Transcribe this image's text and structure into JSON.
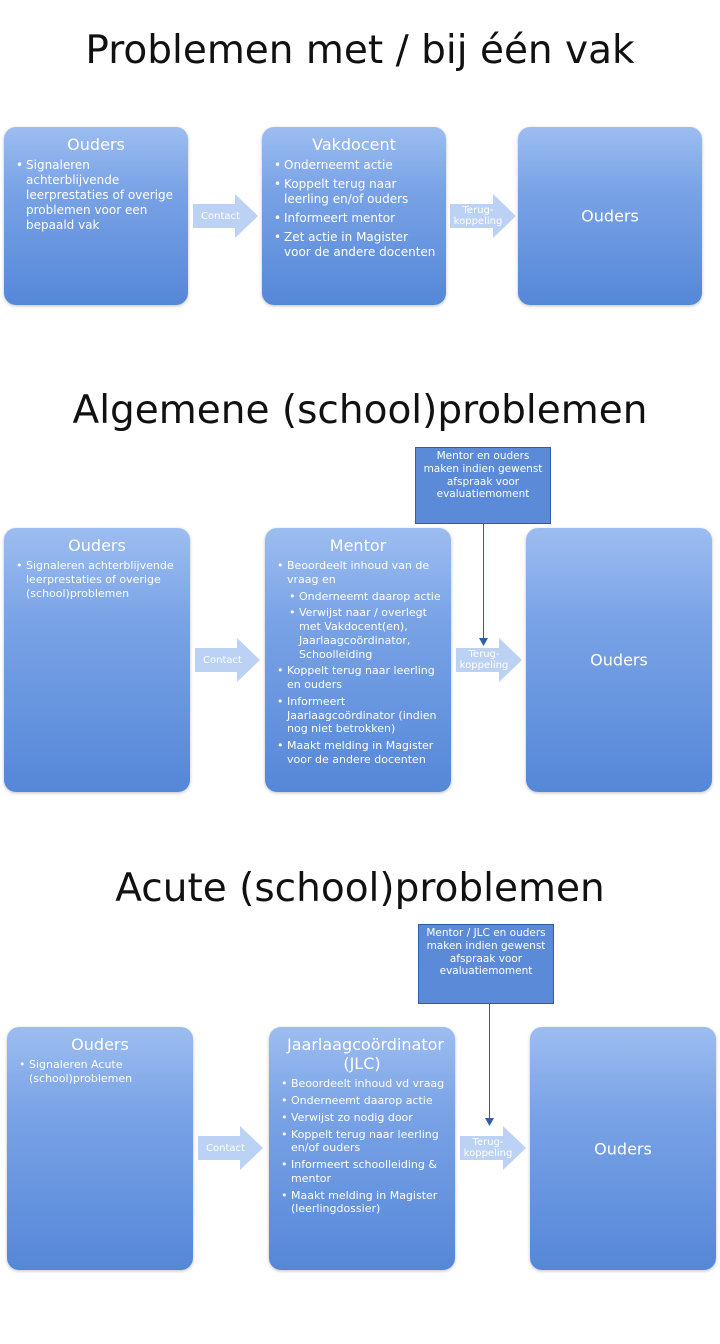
{
  "sections": [
    {
      "title": "Problemen met / bij één vak",
      "box1": {
        "title": "Ouders",
        "items": [
          "Signaleren achterblijvende leerprestaties of overige problemen voor een bepaald vak"
        ]
      },
      "arrow1": "Contact",
      "box2": {
        "title": "Vakdocent",
        "items": [
          "Onderneemt actie",
          "Koppelt terug naar leerling en/of ouders",
          "Informeert mentor",
          "Zet actie in Magister voor de andere docenten"
        ]
      },
      "arrow2": "Terug-koppeling",
      "box3": {
        "title": "Ouders"
      }
    },
    {
      "title": "Algemene (school)problemen",
      "note": "Mentor en ouders maken indien gewenst afspraak voor evaluatiemoment",
      "box1": {
        "title": "Ouders",
        "items": [
          "Signaleren achterblijvende leerprestaties of overige (school)problemen"
        ]
      },
      "arrow1": "Contact",
      "box2": {
        "title": "Mentor",
        "items": [
          {
            "text": "Beoordeelt inhoud van de vraag en",
            "level": 0
          },
          {
            "text": "Onderneemt daarop actie",
            "level": 1
          },
          {
            "text": "Verwijst naar / overlegt met Vakdocent(en), Jaarlaagcoördinator, Schoolleiding",
            "level": 1
          },
          {
            "text": "Koppelt terug naar leerling en ouders",
            "level": 0
          },
          {
            "text": "Informeert Jaarlaagcoördinator (indien nog niet betrokken)",
            "level": 0
          },
          {
            "text": "Maakt melding in Magister voor de andere docenten",
            "level": 0
          }
        ]
      },
      "arrow2": "Terug-koppeling",
      "box3": {
        "title": "Ouders"
      }
    },
    {
      "title": "Acute (school)problemen",
      "note": "Mentor / JLC en ouders maken indien gewenst afspraak voor evaluatiemoment",
      "box1": {
        "title": "Ouders",
        "items": [
          "Signaleren Acute (school)problemen"
        ]
      },
      "arrow1": "Contact",
      "box2": {
        "title": "Jaarlaagcoördinator (JLC)",
        "items": [
          "Beoordeelt inhoud vd vraag",
          "Onderneemt daarop actie",
          "Verwijst zo nodig door",
          "Koppelt terug naar leerling en/of ouders",
          "Informeert schoolleiding & mentor",
          "Maakt melding in Magister (leerlingdossier)"
        ]
      },
      "arrow2": "Terug-koppeling",
      "box3": {
        "title": "Ouders"
      }
    }
  ],
  "colors": {
    "box_top": "#9cbdf0",
    "box_bottom": "#5587d8",
    "arrow": "#bcd2f4",
    "note": "#5a8ad8"
  }
}
